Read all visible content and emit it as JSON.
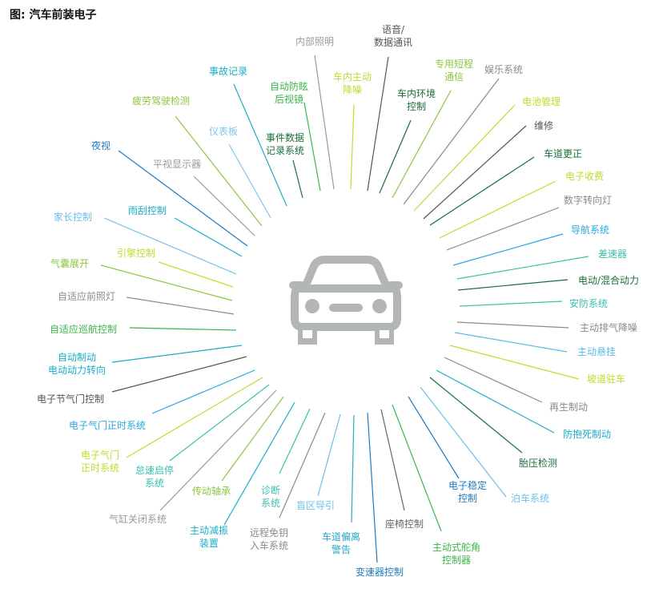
{
  "title": "图: 汽车前装电子",
  "center_icon": "car-icon",
  "colors": {
    "icon": "#b3b6b6"
  },
  "items": [
    {
      "text": "内部照明",
      "color": "#9a9a9a"
    },
    {
      "text": "事故记录",
      "color": "#1aaec8"
    },
    {
      "text": "自动防眩\n后视镜",
      "color": "#3cb44b"
    },
    {
      "text": "疲劳驾驶检测",
      "color": "#8cc63f"
    },
    {
      "text": "仪表板",
      "color": "#7cc8ec"
    },
    {
      "text": "事件数据\n记录系统",
      "color": "#1a6e3a"
    },
    {
      "text": "夜视",
      "color": "#1f7ac0"
    },
    {
      "text": "平视显示器",
      "color": "#9a9a9a"
    },
    {
      "text": "雨刮控制",
      "color": "#1aaec8"
    },
    {
      "text": "家长控制",
      "color": "#6cc0ea"
    },
    {
      "text": "引擎控制",
      "color": "#c5d92d"
    },
    {
      "text": "气囊展开",
      "color": "#8cc63f"
    },
    {
      "text": "自适应前照灯",
      "color": "#8a8a8a"
    },
    {
      "text": "自适应巡航控制",
      "color": "#3cb44b"
    },
    {
      "text": "自动制动\n电动动力转向",
      "color": "#1aaec8"
    },
    {
      "text": "电子节气门控制",
      "color": "#555555"
    },
    {
      "text": "电子气门正时系统",
      "color": "#29a8e0"
    },
    {
      "text": "电子气门\n正时系统",
      "color": "#c5d92d"
    },
    {
      "text": "怠速启停\n系统",
      "color": "#3bbfad"
    },
    {
      "text": "传动轴承",
      "color": "#8cc63f"
    },
    {
      "text": "气缸关闭系统",
      "color": "#9a9a9a"
    },
    {
      "text": "主动减振\n装置",
      "color": "#1aaec8"
    },
    {
      "text": "诊断\n系统",
      "color": "#3bbfad"
    },
    {
      "text": "远程免钥\n入车系统",
      "color": "#8a8a8a"
    },
    {
      "text": "盲区导引",
      "color": "#6cc0ea"
    },
    {
      "text": "车道偏离\n警告",
      "color": "#29a8c8"
    },
    {
      "text": "变速器控制",
      "color": "#1f7ac0"
    },
    {
      "text": "座椅控制",
      "color": "#666666"
    },
    {
      "text": "主动式舵角\n控制器",
      "color": "#3cb44b"
    },
    {
      "text": "电子稳定\n控制",
      "color": "#1f7ac0"
    },
    {
      "text": "泊车系统",
      "color": "#6cc0ea"
    },
    {
      "text": "胎压检测",
      "color": "#1a6e3a"
    },
    {
      "text": "防抱死制动",
      "color": "#1aaec8"
    },
    {
      "text": "再生制动",
      "color": "#8a8a8a"
    },
    {
      "text": "坡道驻车",
      "color": "#c5d92d"
    },
    {
      "text": "主动悬挂",
      "color": "#5bbbe8"
    },
    {
      "text": "主动排气降噪",
      "color": "#8a8a8a"
    },
    {
      "text": "安防系统",
      "color": "#3bbfad"
    },
    {
      "text": "电动/混合动力",
      "color": "#1a6e3a"
    },
    {
      "text": "差速器",
      "color": "#3bbfad"
    },
    {
      "text": "导航系统",
      "color": "#29a8e0"
    },
    {
      "text": "数字转向灯",
      "color": "#8a8a8a"
    },
    {
      "text": "电子收费",
      "color": "#c5d92d"
    },
    {
      "text": "车道更正",
      "color": "#1a6e3a"
    },
    {
      "text": "维修",
      "color": "#555555"
    },
    {
      "text": "电池管理",
      "color": "#c5d92d"
    },
    {
      "text": "娱乐系统",
      "color": "#8a8a8a"
    },
    {
      "text": "专用短程\n通信",
      "color": "#8cc63f"
    },
    {
      "text": "车内环境\n控制",
      "color": "#1a6e3a"
    },
    {
      "text": "车内主动\n降噪",
      "color": "#c5d92d"
    },
    {
      "text": "语音/\n数据通讯",
      "color": "#555555"
    }
  ]
}
